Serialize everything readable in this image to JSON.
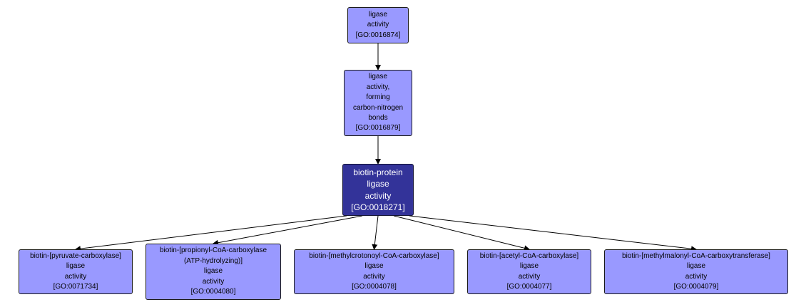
{
  "colors": {
    "node_fill": "#9999ff",
    "focus_fill": "#333399",
    "node_text": "#000000",
    "focus_text": "#ffffff",
    "edge": "#000000"
  },
  "nodes": {
    "ligase": {
      "lines": [
        "ligase",
        "activity",
        "[GO:0016874]"
      ]
    },
    "cn": {
      "lines": [
        "ligase",
        "activity,",
        "forming",
        "carbon-nitrogen",
        "bonds",
        "[GO:0016879]"
      ]
    },
    "biotin_protein": {
      "lines": [
        "biotin-protein",
        "ligase",
        "activity",
        "[GO:0018271]"
      ]
    },
    "pyruvate": {
      "lines": [
        "biotin-[pyruvate-carboxylase]",
        "ligase",
        "activity",
        "[GO:0071734]"
      ]
    },
    "propionyl": {
      "lines": [
        "biotin-[propionyl-CoA-carboxylase",
        "(ATP-hydrolyzing)]",
        "ligase",
        "activity",
        "[GO:0004080]"
      ]
    },
    "methylcrotonoyl": {
      "lines": [
        "biotin-[methylcrotonoyl-CoA-carboxylase]",
        "ligase",
        "activity",
        "[GO:0004078]"
      ]
    },
    "acetyl": {
      "lines": [
        "biotin-[acetyl-CoA-carboxylase]",
        "ligase",
        "activity",
        "[GO:0004077]"
      ]
    },
    "methylmalonyl": {
      "lines": [
        "biotin-[methylmalonyl-CoA-carboxytransferase]",
        "ligase",
        "activity",
        "[GO:0004079]"
      ]
    }
  },
  "edges": [
    {
      "from": "ligase",
      "to": "cn"
    },
    {
      "from": "cn",
      "to": "biotin_protein"
    },
    {
      "from": "biotin_protein",
      "to": "pyruvate"
    },
    {
      "from": "biotin_protein",
      "to": "propionyl"
    },
    {
      "from": "biotin_protein",
      "to": "methylcrotonoyl"
    },
    {
      "from": "biotin_protein",
      "to": "acetyl"
    },
    {
      "from": "biotin_protein",
      "to": "methylmalonyl"
    }
  ]
}
